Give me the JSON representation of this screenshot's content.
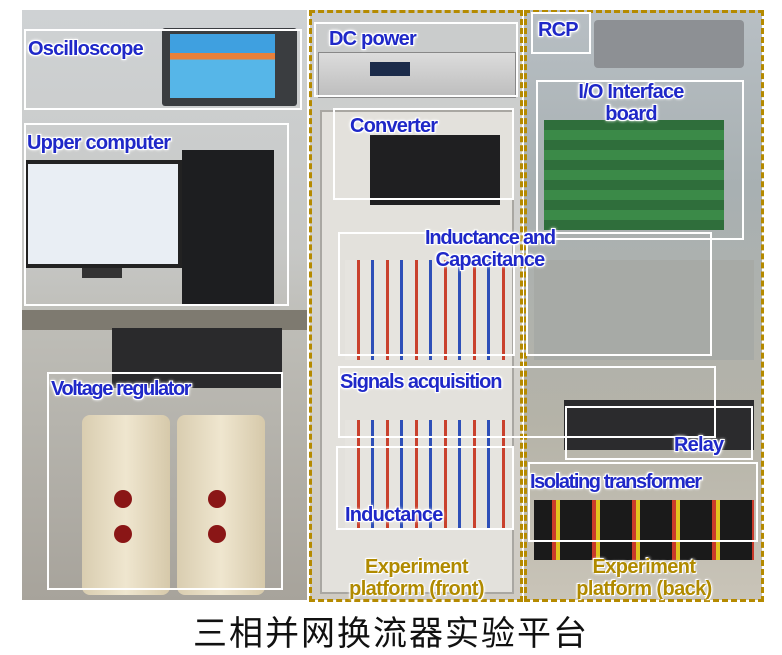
{
  "labels": {
    "oscilloscope": "Oscilloscope",
    "upper_computer": "Upper computer",
    "voltage_regulator": "Voltage regulator",
    "dc_power": "DC power",
    "converter": "Converter",
    "inductance_capacitance_line1": "Inductance and",
    "inductance_capacitance_line2": "Capacitance",
    "signals_acquisition": "Signals acquisition",
    "inductance": "Inductance",
    "platform_front_line1": "Experiment",
    "platform_front_line2": "platform (front)",
    "rcp": "RCP",
    "io_board_line1": "I/O Interface",
    "io_board_line2": "board",
    "relay": "Relay",
    "isolating_transformer": "Isolating transformer",
    "platform_back_line1": "Experiment",
    "platform_back_line2": "platform (back)"
  },
  "caption": "三相并网换流器实验平台",
  "colors": {
    "label_blue": "#1f28c8",
    "platform_gold": "#b08a00",
    "dashed_border": "#b58a00"
  }
}
